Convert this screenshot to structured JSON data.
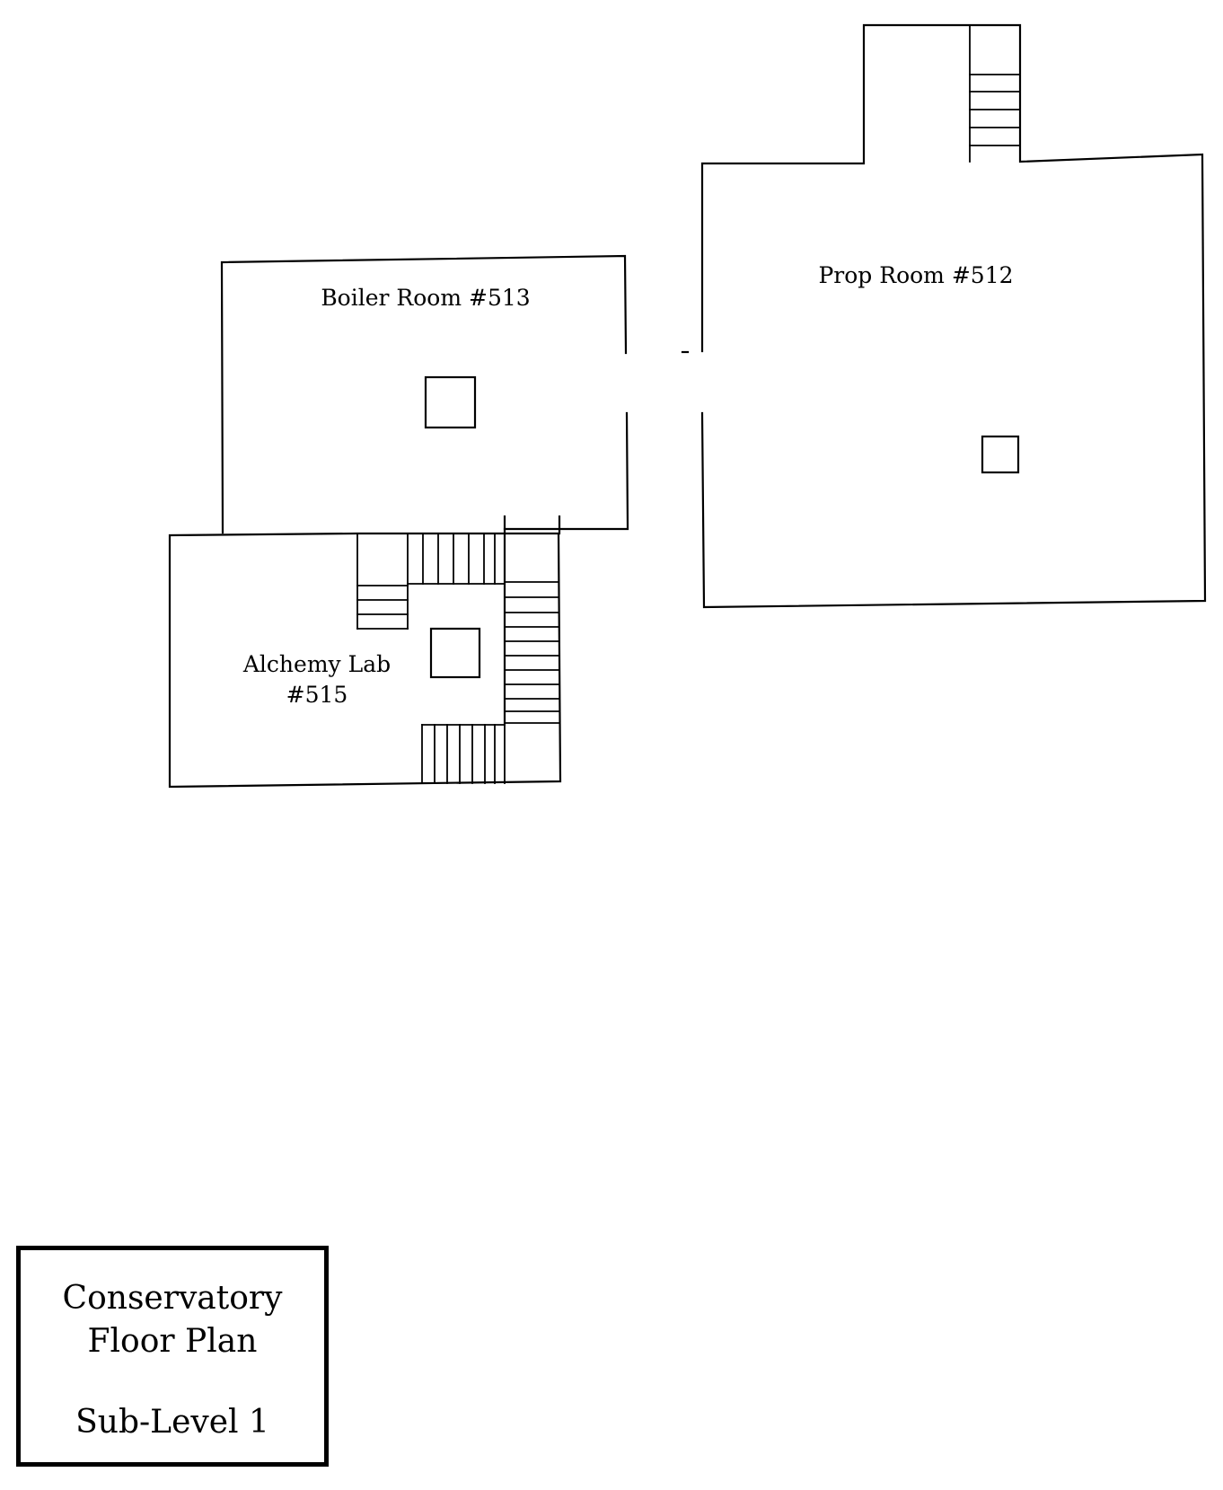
{
  "rooms": {
    "prop_room": "Prop Room #512",
    "boiler_room": "Boiler Room #513",
    "alchemy_lab_line1": "Alchemy Lab",
    "alchemy_lab_line2": "#515"
  },
  "title_block": {
    "line1": "Conservatory",
    "line2": "Floor Plan",
    "line3": "Sub-Level 1"
  },
  "colors": {
    "ink": "#000000",
    "paper": "#ffffff"
  }
}
